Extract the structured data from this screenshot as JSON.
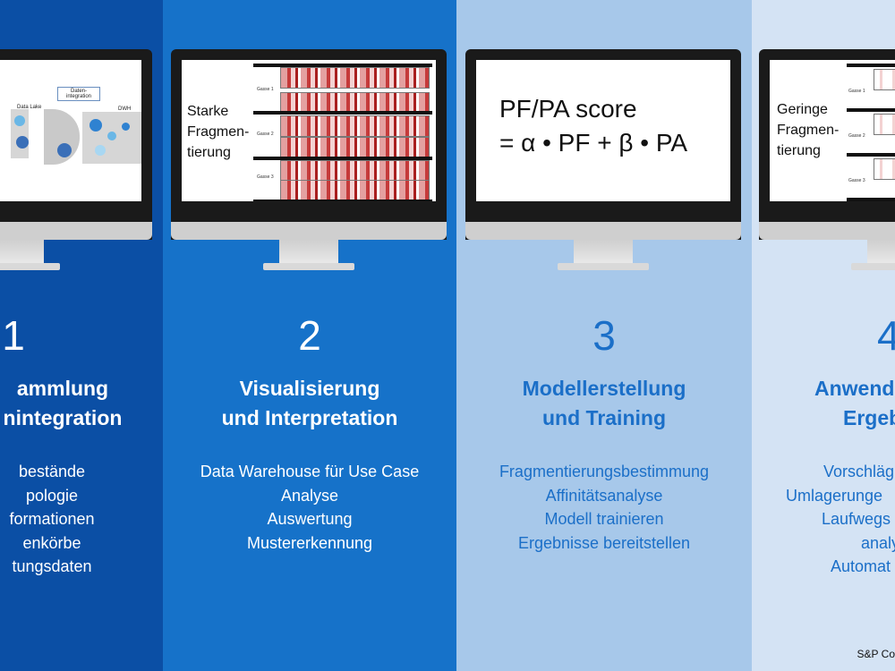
{
  "columns": [
    {
      "number": "1",
      "title_line1": "ammlung",
      "title_line2": "nintegration",
      "items": [
        "bestände",
        "pologie",
        "formationen",
        "enkörbe",
        "tungsdaten"
      ],
      "screen": {
        "label_left": "Data Lake",
        "label_box": "Daten-integration",
        "label_right": "DWH"
      }
    },
    {
      "number": "2",
      "title_line1": "Visualisierung",
      "title_line2": "und Interpretation",
      "items": [
        "Data Warehouse für Use Case",
        "Analyse",
        "Auswertung",
        "Mustererkennung"
      ],
      "screen": {
        "text_line1": "Starke",
        "text_line2": "Fragmen-",
        "text_line3": "tierung",
        "row_labels": [
          "Gasse 1",
          "Gasse 2",
          "Gasse 3"
        ]
      }
    },
    {
      "number": "3",
      "title_line1": "Modellerstellung",
      "title_line2": "und Training",
      "items": [
        "Fragmentierungsbestimmung",
        "Affinitätsanalyse",
        "Modell trainieren",
        "Ergebnisse bereitstellen"
      ],
      "screen": {
        "formula_line1": "PF/PA score",
        "formula_line2": "= α • PF + β • PA"
      }
    },
    {
      "number": "4",
      "title_line1": "Anwend",
      "title_line2": "Ergeb",
      "items": [
        "Vorschläg",
        "Umlagerunge",
        "Laufwegs",
        "analy",
        "Automat"
      ],
      "screen": {
        "text_line1": "Geringe",
        "text_line2": "Fragmen-",
        "text_line3": "tierung",
        "row_labels": [
          "Gasse 1",
          "Gasse 2",
          "Gasse 3"
        ]
      }
    }
  ],
  "footer": "S&P Co",
  "colors": {
    "col1": "#0b4fa5",
    "col2": "#1672c9",
    "col3": "#a7c8ea",
    "col4": "#d4e3f4",
    "accent_text": "#1b6fc8"
  }
}
